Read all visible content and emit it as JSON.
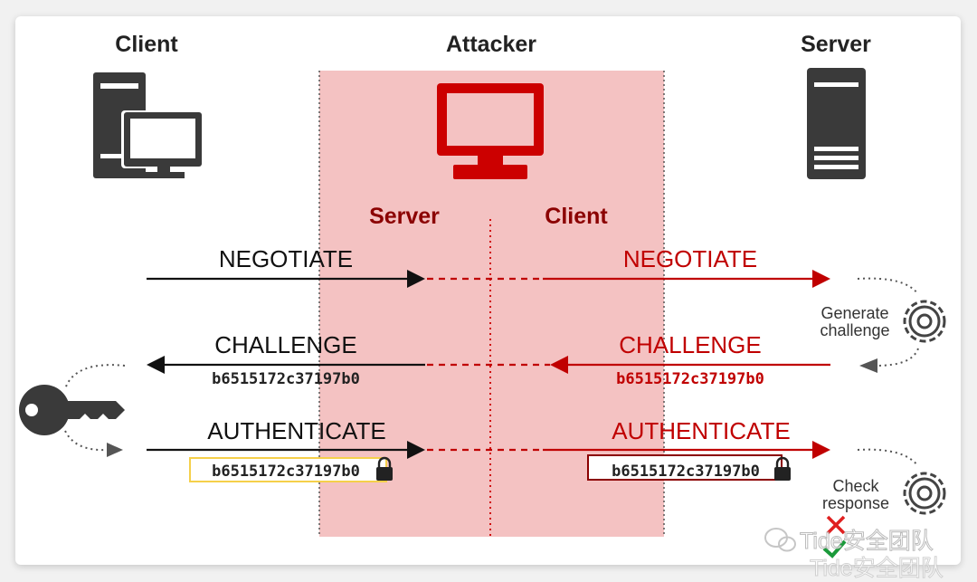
{
  "labels": {
    "client": "Client",
    "attacker": "Attacker",
    "server": "Server",
    "attacker_server": "Server",
    "attacker_client": "Client"
  },
  "messages": {
    "negotiate": "NEGOTIATE",
    "challenge": "CHALLENGE",
    "authenticate": "AUTHENTICATE"
  },
  "values": {
    "challenge_hex_left": "b6515172c37197b0",
    "challenge_hex_right": "b6515172c37197b0",
    "auth_hex_left": "b6515172c37197b0",
    "auth_hex_right": "b6515172c37197b0"
  },
  "server_actions": {
    "generate_line1": "Generate",
    "generate_line2": "challenge",
    "check_line1": "Check",
    "check_line2": "response"
  },
  "watermark": {
    "text": "Tide安全团队",
    "text2": "Tide安全团队"
  },
  "colors": {
    "black": "#111111",
    "red": "#c00000",
    "dark_red": "#8b0000",
    "zone": "#f4c2c2",
    "icon_gray": "#3a3a3a",
    "yellow_box": "#f5d04a",
    "x_red": "#e02020",
    "check_green": "#1a9a3a"
  },
  "icons": [
    "desktop-computers-icon",
    "monitor-icon",
    "server-tower-icon",
    "key-icon",
    "gear-icon",
    "lock-icon",
    "cross-icon",
    "checkmark-icon",
    "wechat-icon"
  ]
}
